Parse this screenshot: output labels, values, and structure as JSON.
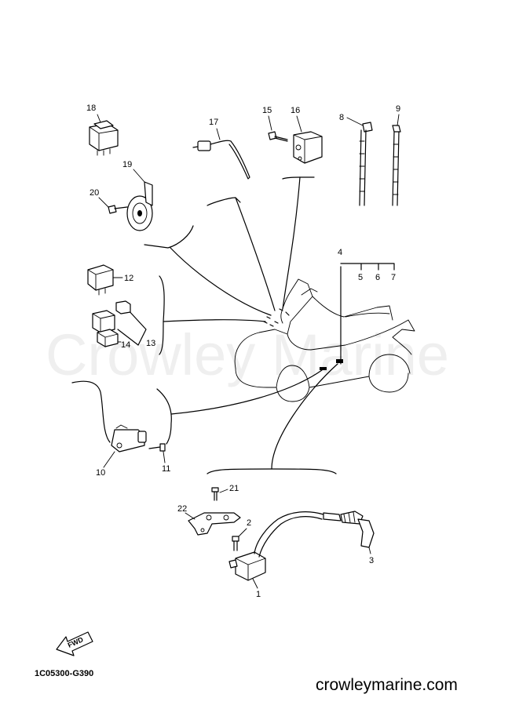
{
  "watermark": "Crowley Marine",
  "diagram_code": "1C05300-G390",
  "site_url": "crowleymarine.com",
  "fwd_label": "FWD",
  "callouts": {
    "c1": "1",
    "c2": "2",
    "c3": "3",
    "c4": "4",
    "c5": "5",
    "c6": "6",
    "c7": "7",
    "c8": "8",
    "c9": "9",
    "c10": "10",
    "c11": "11",
    "c12": "12",
    "c13": "13",
    "c14": "14",
    "c15": "15",
    "c16": "16",
    "c17": "17",
    "c18": "18",
    "c19": "19",
    "c20": "20",
    "c21": "21",
    "c22": "22"
  }
}
